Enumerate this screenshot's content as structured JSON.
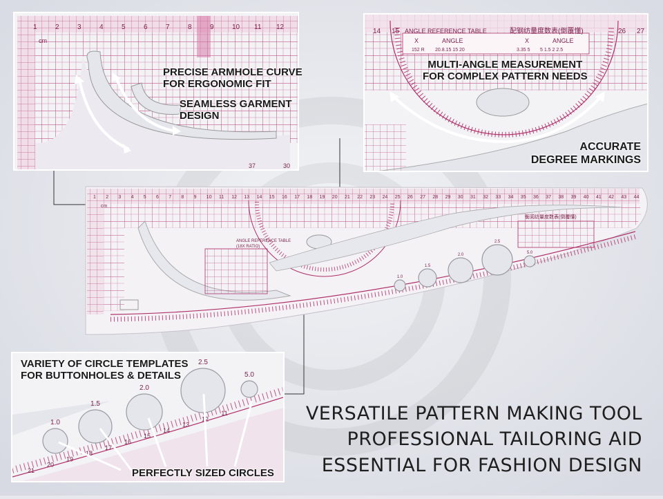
{
  "colors": {
    "background": "#e6e8ee",
    "ruler_line": "#b0306a",
    "ruler_fill": "#f1eff3",
    "arrow": "#ffffff",
    "text": "#1a1a1a"
  },
  "callouts": {
    "armhole": "PRECISE ARMHOLE CURVE\nFOR ERGONOMIC FIT",
    "seamless": "SEAMLESS GARMENT\nDESIGN",
    "multi_angle": "MULTI-ANGLE MEASUREMENT\nFOR COMPLEX PATTERN NEEDS",
    "degree": "ACCURATE\nDEGREE MARKINGS",
    "circles": "VARIETY OF CIRCLE TEMPLATES\nFOR BUTTONHOLES & DETAILS",
    "sized": "PERFECTLY SIZED CIRCLES"
  },
  "headlines": [
    "VERSATILE PATTERN MAKING TOOL",
    "PROFESSIONAL TAILORING AID",
    "ESSENTIAL FOR FASHION DESIGN"
  ],
  "ruler": {
    "unit": "cm",
    "top_numbers": [
      "1",
      "2",
      "3",
      "4",
      "5",
      "6",
      "7",
      "8",
      "9",
      "10",
      "11",
      "12",
      "13",
      "14",
      "15",
      "16",
      "17",
      "18",
      "19",
      "20",
      "21",
      "22",
      "23",
      "24",
      "25",
      "26",
      "27",
      "28",
      "29",
      "30",
      "31",
      "32",
      "33",
      "34",
      "35",
      "36",
      "37",
      "38",
      "39",
      "40",
      "41",
      "42",
      "43",
      "44"
    ],
    "angle_table_title": "ANGLE REFERENCE TABLE",
    "angle_table_ratio": "(18X RATIO)",
    "angle_col_x": "X",
    "angle_col_angle": "ANGLE",
    "cjk_table_title": "衡阅纺量度数表(倒覆懂)",
    "circle_sizes": [
      "1.0",
      "1.5",
      "2.0",
      "2.5",
      "5.0"
    ]
  },
  "zoom_top_right": {
    "numbers": [
      "14",
      "15",
      "26",
      "27"
    ],
    "table_title": "ANGLE REFERENCE TABLE",
    "cjk_title": "配钢纺量度数表(倒覆懂)",
    "col_x": "X",
    "col_angle": "ANGLE",
    "row1": "152 R",
    "row1_vals": "20.8.15 15 20",
    "row2": "3.35 5",
    "row2_vals": "5  1.5  2  2.5"
  },
  "zoom_top_left": {
    "numbers": [
      "1",
      "2",
      "3",
      "4",
      "5",
      "6",
      "7",
      "8",
      "9",
      "10",
      "11",
      "12"
    ],
    "unit": "cm",
    "bottom_numbers": [
      "37",
      "30"
    ]
  },
  "zoom_bottom": {
    "circle_labels": [
      "1.0",
      "1.5",
      "2.0",
      "2.5",
      "5.0"
    ],
    "scale_numbers": [
      "21",
      "20",
      "19",
      "18",
      "17",
      "16",
      "15",
      "14",
      "13",
      "12",
      "11"
    ]
  }
}
